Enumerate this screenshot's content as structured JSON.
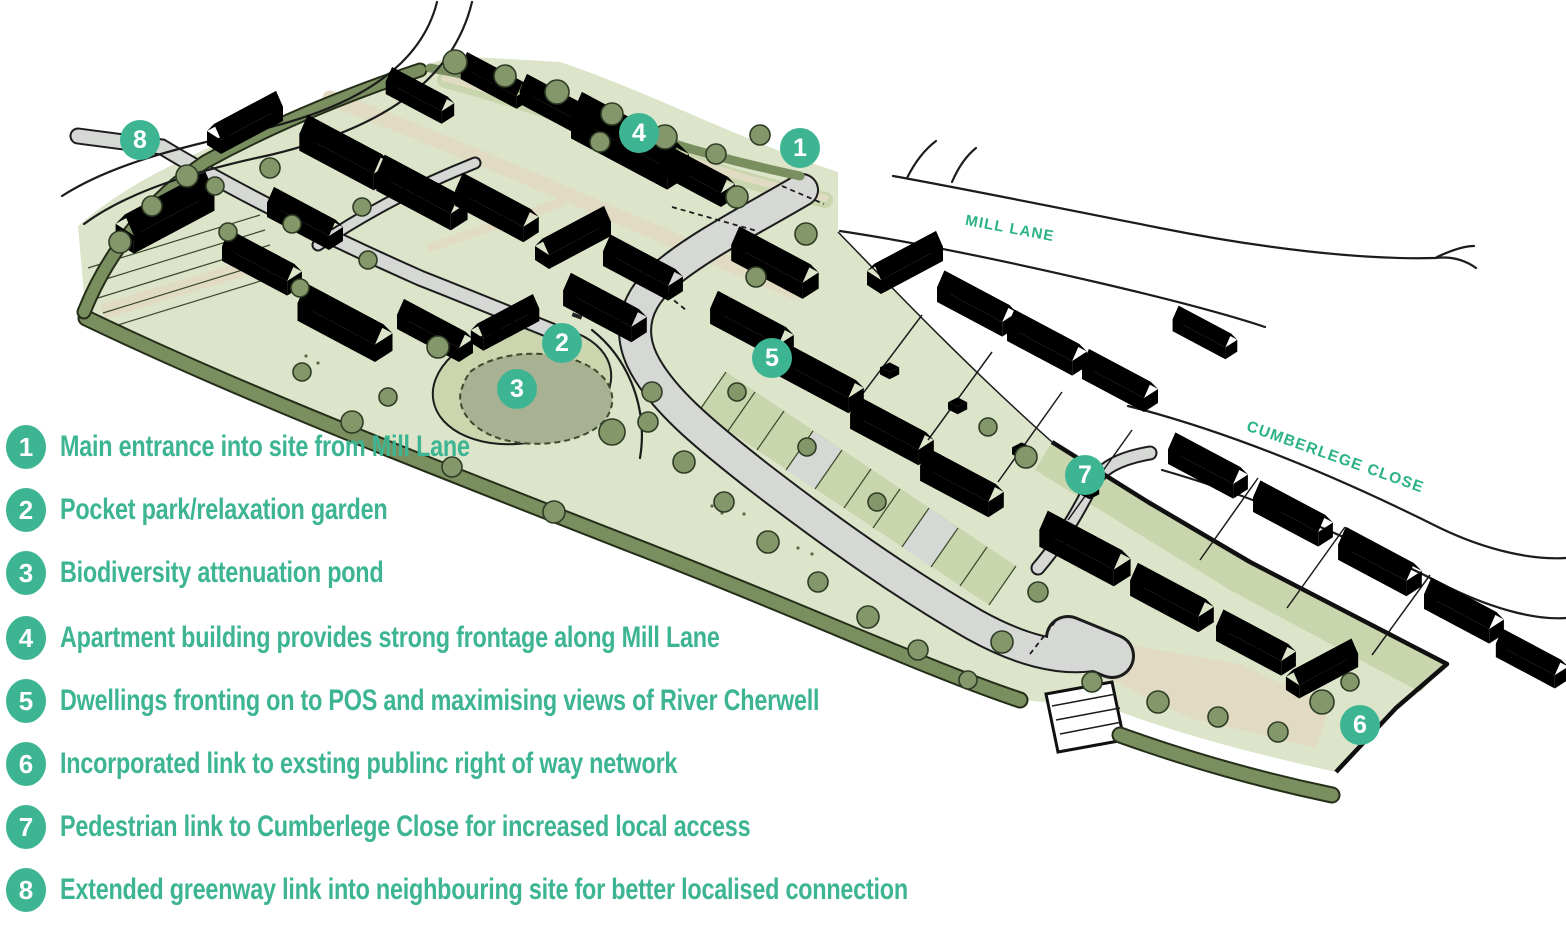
{
  "colors": {
    "teal": "#3DB593",
    "street_green": "#2BB383",
    "ink": "#1C1C1C",
    "site_green": "#DCE4C9",
    "verge_green": "#C9D5AC",
    "park_green": "#CBD5AE",
    "pond_gray": "#A8B293",
    "hedge_green": "#7A8F60",
    "tree_green": "#83976B",
    "tree_outline": "#2F3C25",
    "road_gray": "#D6D8D5",
    "tan": "#E2DBC3"
  },
  "streets": {
    "mill_lane": "MILL LANE",
    "cumberlege_close": "CUMBERLEGE CLOSE"
  },
  "plan_markers": [
    "1",
    "2",
    "3",
    "4",
    "5",
    "6",
    "7",
    "8"
  ],
  "legend": {
    "items": [
      {
        "number": "1",
        "label": "Main entrance into site from Mill Lane"
      },
      {
        "number": "2",
        "label": "Pocket park/relaxation garden"
      },
      {
        "number": "3",
        "label": "Biodiversity attenuation pond"
      },
      {
        "number": "4",
        "label": "Apartment building provides strong frontage along Mill Lane"
      },
      {
        "number": "5",
        "label": "Dwellings fronting on to POS and maximising views of River Cherwell"
      },
      {
        "number": "6",
        "label": "Incorporated link to exsting publinc right of way network"
      },
      {
        "number": "7",
        "label": "Pedestrian link to Cumberlege Close for increased local access"
      },
      {
        "number": "8",
        "label": "Extended greenway link into neighbouring site for better localised connection"
      }
    ]
  }
}
